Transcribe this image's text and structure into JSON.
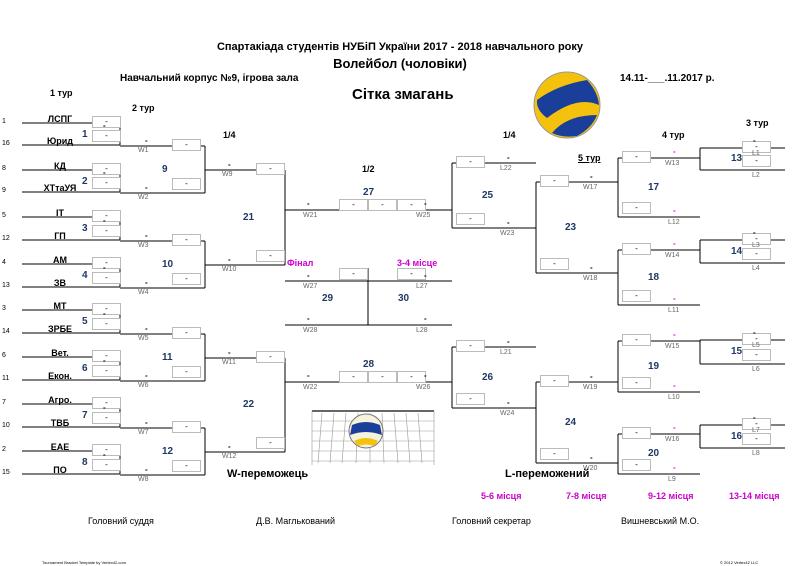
{
  "header": {
    "line1": "Спартакіада студентів НУБіП України 2017 - 2018 навчального року",
    "line2": "Волейбол (чоловіки)",
    "venue": "Навчальний корпус №9, ігрова зала",
    "dates": "14.11-___.11.2017 р.",
    "title": "Сітка змагань"
  },
  "rounds": {
    "r1": "1 тур",
    "r2": "2 тур",
    "q_left": "1/4",
    "semi": "1/2",
    "q_right": "1/4",
    "r4": "4 тур",
    "r3": "3 тур",
    "r5": "5 тур"
  },
  "seeds": [
    "1",
    "16",
    "8",
    "9",
    "5",
    "12",
    "4",
    "13",
    "3",
    "14",
    "6",
    "11",
    "7",
    "10",
    "2",
    "15"
  ],
  "teams": [
    "ЛСПГ",
    "Юрид",
    "КД",
    "ХТтаУЯ",
    "ІТ",
    "ГП",
    "АМ",
    "ЗВ",
    "МТ",
    "ЗРБЕ",
    "Вет.",
    "Екон.",
    "Агро.",
    "ТВБ",
    "ЕАЕ",
    "ПО"
  ],
  "score": "-",
  "matches": [
    "1",
    "2",
    "3",
    "4",
    "5",
    "6",
    "7",
    "8",
    "9",
    "10",
    "11",
    "12",
    "13",
    "14",
    "15",
    "16",
    "17",
    "18",
    "19",
    "20",
    "21",
    "22",
    "23",
    "24",
    "25",
    "26",
    "27",
    "28",
    "29",
    "30"
  ],
  "winners": [
    "W1",
    "W2",
    "W3",
    "W4",
    "W5",
    "W6",
    "W7",
    "W8",
    "W9",
    "W10",
    "W11",
    "W12",
    "W21",
    "W22",
    "W25",
    "W26",
    "W27",
    "W28",
    "W13",
    "W14",
    "W15",
    "W16",
    "W17",
    "W18",
    "W19",
    "W20",
    "W23",
    "W24"
  ],
  "losers": [
    "L1",
    "L2",
    "L3",
    "L4",
    "L5",
    "L6",
    "L7",
    "L8",
    "L9",
    "L10",
    "L11",
    "L12",
    "L21",
    "L22",
    "L27",
    "L28"
  ],
  "final": {
    "label": "Фінал",
    "third": "3-4 місце"
  },
  "labels": {
    "w_winner": "W-переможець",
    "l_winner": "L-переможений"
  },
  "places": [
    "5-6 місця",
    "7-8 місця",
    "9-12 місця",
    "13-14 місця"
  ],
  "officials": {
    "judge_label": "Головний суддя",
    "judge_name": "Д.В. Маглькований",
    "secretary_label": "Головний секретар",
    "secretary_name": "Вишневський М.О."
  },
  "footer": {
    "left": "Tournament Bracket Template by Vertex42.com",
    "right": "© 2012 Vertex42 LLC"
  },
  "colors": {
    "match_number": "#1f3864",
    "place": "#cc00cc",
    "box_border": "#bbbbbb"
  }
}
